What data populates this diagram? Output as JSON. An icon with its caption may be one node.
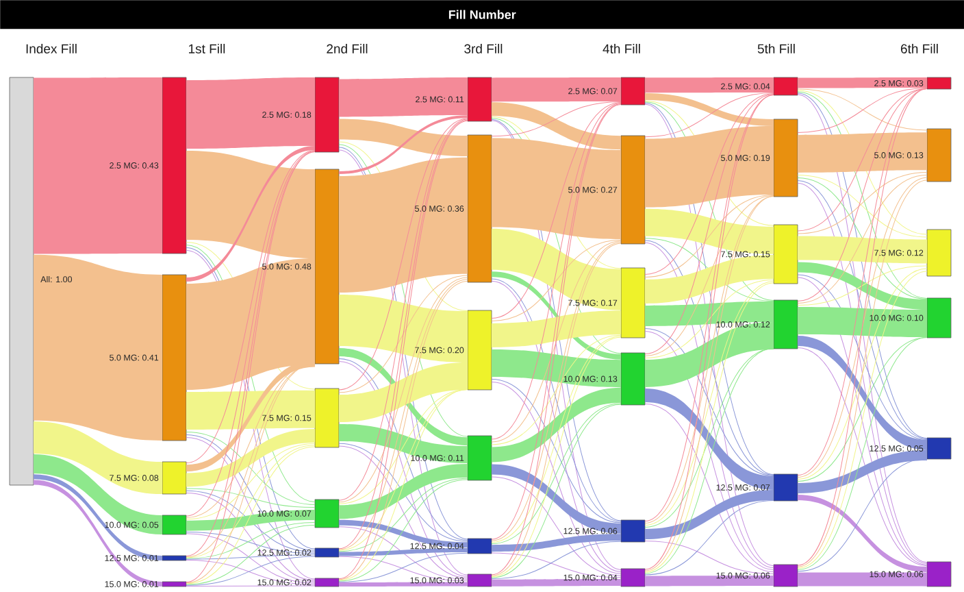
{
  "diagram": {
    "title": "Fill Number",
    "nodes": [
      {
        "text": [
          "All: 1.00"
        ]
      },
      {
        "text": [
          "2.5 MG: 0.43"
        ]
      },
      {
        "text": [
          "5.0 MG: 0.41"
        ]
      },
      {
        "text": [
          "7.5 MG: 0.08"
        ]
      },
      {
        "text": [
          "10.0 MG: 0.05"
        ]
      },
      {
        "text": [
          "12.5 MG: 0.01"
        ]
      },
      {
        "text": [
          "15.0 MG: 0.01"
        ]
      },
      {
        "text": [
          "2.5 MG: 0.18"
        ]
      },
      {
        "text": [
          "5.0 MG: 0.48"
        ]
      },
      {
        "text": [
          "7.5 MG: 0.15"
        ]
      },
      {
        "text": [
          "10.0 MG: 0.07"
        ]
      },
      {
        "text": [
          "12.5 MG: 0.02"
        ]
      },
      {
        "text": [
          "15.0 MG: 0.02"
        ]
      },
      {
        "text": [
          "2.5 MG: 0.11"
        ]
      },
      {
        "text": [
          "5.0 MG: 0.36"
        ]
      },
      {
        "text": [
          "7.5 MG: 0.20"
        ]
      },
      {
        "text": [
          "10.0 MG: 0.11"
        ]
      },
      {
        "text": [
          "12.5 MG: 0.04"
        ]
      },
      {
        "text": [
          "15.0 MG: 0.03"
        ]
      },
      {
        "text": [
          "2.5 MG: 0.07"
        ]
      },
      {
        "text": [
          "5.0 MG: 0.27"
        ]
      },
      {
        "text": [
          "7.5 MG: 0.17"
        ]
      },
      {
        "text": [
          "10.0 MG: 0.13"
        ]
      },
      {
        "text": [
          "12.5 MG: 0.06"
        ]
      },
      {
        "text": [
          "15.0 MG: 0.04"
        ]
      },
      {
        "text": [
          "2.5 MG: 0.04"
        ]
      },
      {
        "text": [
          "5.0 MG: 0.19"
        ]
      },
      {
        "text": [
          "7.5 MG: 0.15"
        ]
      },
      {
        "text": [
          "10.0 MG: 0.12"
        ]
      },
      {
        "text": [
          "12.5 MG: 0.07"
        ]
      },
      {
        "text": [
          "15.0 MG: 0.06"
        ]
      },
      {
        "text": [
          "2.5 MG: 0.03"
        ]
      },
      {
        "text": [
          "5.0 MG: 0.13"
        ]
      },
      {
        "text": [
          "7.5 MG: 0.12"
        ]
      },
      {
        "text": [
          "10.0 MG: 0.10"
        ]
      },
      {
        "text": [
          "12.5 MG: 0.05"
        ]
      },
      {
        "text": [
          "15.0 MG: 0.06"
        ]
      }
    ],
    "edges": [
      {
        "from": 0,
        "to": 1,
        "arrow": "none",
        "style": "thick",
        "color": "#f48a98"
      },
      {
        "from": 0,
        "to": 2,
        "arrow": "none",
        "style": "thick",
        "color": "#f3c08e"
      },
      {
        "from": 0,
        "to": 3,
        "arrow": "none",
        "style": "thick",
        "color": "#f1f58a"
      },
      {
        "from": 0,
        "to": 4,
        "arrow": "none",
        "style": "thick",
        "color": "#8ee88c"
      },
      {
        "from": 0,
        "to": 5,
        "arrow": "none",
        "style": "thick",
        "color": "#8a97d8"
      },
      {
        "from": 0,
        "to": 6,
        "arrow": "none",
        "style": "thick",
        "color": "#c691e0"
      },
      {
        "from": 1,
        "to": 7,
        "arrow": "none",
        "style": "thick",
        "color": "#f48a98"
      },
      {
        "from": 1,
        "to": 8,
        "arrow": "none",
        "style": "thick",
        "color": "#f3c08e"
      },
      {
        "from": 1,
        "to": 9,
        "arrow": "none",
        "color": "#f1f58a"
      },
      {
        "from": 1,
        "to": 10,
        "arrow": "none",
        "color": "#8ee88c"
      },
      {
        "from": 1,
        "to": 11,
        "arrow": "none",
        "color": "#8a97d8"
      },
      {
        "from": 1,
        "to": 12,
        "arrow": "none",
        "color": "#c691e0"
      },
      {
        "from": 2,
        "to": 7,
        "arrow": "none",
        "style": "thick",
        "color": "#f48a98"
      },
      {
        "from": 2,
        "to": 8,
        "arrow": "none",
        "style": "thick",
        "color": "#f3c08e"
      },
      {
        "from": 2,
        "to": 9,
        "arrow": "none",
        "style": "thick",
        "color": "#f1f58a"
      },
      {
        "from": 2,
        "to": 10,
        "arrow": "none",
        "color": "#8ee88c"
      },
      {
        "from": 2,
        "to": 11,
        "arrow": "none",
        "color": "#8a97d8"
      },
      {
        "from": 2,
        "to": 12,
        "arrow": "none",
        "color": "#c691e0"
      },
      {
        "from": 3,
        "to": 7,
        "arrow": "none",
        "color": "#f48a98"
      },
      {
        "from": 3,
        "to": 8,
        "arrow": "none",
        "style": "thick",
        "color": "#f3c08e"
      },
      {
        "from": 3,
        "to": 9,
        "arrow": "none",
        "style": "thick",
        "color": "#f1f58a"
      },
      {
        "from": 3,
        "to": 10,
        "arrow": "none",
        "color": "#8ee88c"
      },
      {
        "from": 3,
        "to": 11,
        "arrow": "none",
        "color": "#8a97d8"
      },
      {
        "from": 3,
        "to": 12,
        "arrow": "none",
        "color": "#c691e0"
      },
      {
        "from": 4,
        "to": 7,
        "arrow": "none",
        "color": "#f48a98"
      },
      {
        "from": 4,
        "to": 8,
        "arrow": "none",
        "color": "#f3c08e"
      },
      {
        "from": 4,
        "to": 9,
        "arrow": "none",
        "color": "#f1f58a"
      },
      {
        "from": 4,
        "to": 10,
        "arrow": "none",
        "style": "thick",
        "color": "#8ee88c"
      },
      {
        "from": 4,
        "to": 11,
        "arrow": "none",
        "color": "#8a97d8"
      },
      {
        "from": 4,
        "to": 12,
        "arrow": "none",
        "color": "#c691e0"
      },
      {
        "from": 5,
        "to": 7,
        "arrow": "none",
        "color": "#f48a98"
      },
      {
        "from": 5,
        "to": 8,
        "arrow": "none",
        "color": "#f3c08e"
      },
      {
        "from": 5,
        "to": 9,
        "arrow": "none",
        "color": "#f1f58a"
      },
      {
        "from": 5,
        "to": 10,
        "arrow": "none",
        "color": "#8ee88c"
      },
      {
        "from": 5,
        "to": 11,
        "arrow": "none",
        "color": "#8a97d8"
      },
      {
        "from": 5,
        "to": 12,
        "arrow": "none",
        "color": "#c691e0"
      },
      {
        "from": 6,
        "to": 7,
        "arrow": "none",
        "color": "#f48a98"
      },
      {
        "from": 6,
        "to": 8,
        "arrow": "none",
        "color": "#f3c08e"
      },
      {
        "from": 6,
        "to": 9,
        "arrow": "none",
        "color": "#f1f58a"
      },
      {
        "from": 6,
        "to": 10,
        "arrow": "none",
        "color": "#8ee88c"
      },
      {
        "from": 6,
        "to": 11,
        "arrow": "none",
        "color": "#8a97d8"
      },
      {
        "from": 6,
        "to": 12,
        "arrow": "none",
        "color": "#c691e0"
      },
      {
        "from": 7,
        "to": 13,
        "arrow": "none",
        "style": "thick",
        "color": "#f48a98"
      },
      {
        "from": 7,
        "to": 14,
        "arrow": "none",
        "style": "thick",
        "color": "#f3c08e"
      },
      {
        "from": 7,
        "to": 15,
        "arrow": "none",
        "color": "#f1f58a"
      },
      {
        "from": 7,
        "to": 16,
        "arrow": "none",
        "color": "#8ee88c"
      },
      {
        "from": 7,
        "to": 17,
        "arrow": "none",
        "color": "#8a97d8"
      },
      {
        "from": 7,
        "to": 18,
        "arrow": "none",
        "color": "#c691e0"
      },
      {
        "from": 8,
        "to": 13,
        "arrow": "none",
        "style": "thick",
        "color": "#f48a98"
      },
      {
        "from": 8,
        "to": 14,
        "arrow": "none",
        "style": "thick",
        "color": "#f3c08e"
      },
      {
        "from": 8,
        "to": 15,
        "arrow": "none",
        "style": "thick",
        "color": "#f1f58a"
      },
      {
        "from": 8,
        "to": 16,
        "arrow": "none",
        "style": "thick",
        "color": "#8ee88c"
      },
      {
        "from": 8,
        "to": 17,
        "arrow": "none",
        "color": "#8a97d8"
      },
      {
        "from": 8,
        "to": 18,
        "arrow": "none",
        "color": "#c691e0"
      },
      {
        "from": 9,
        "to": 13,
        "arrow": "none",
        "color": "#f48a98"
      },
      {
        "from": 9,
        "to": 14,
        "arrow": "none",
        "color": "#f3c08e"
      },
      {
        "from": 9,
        "to": 15,
        "arrow": "none",
        "style": "thick",
        "color": "#f1f58a"
      },
      {
        "from": 9,
        "to": 16,
        "arrow": "none",
        "style": "thick",
        "color": "#8ee88c"
      },
      {
        "from": 9,
        "to": 17,
        "arrow": "none",
        "color": "#8a97d8"
      },
      {
        "from": 9,
        "to": 18,
        "arrow": "none",
        "color": "#c691e0"
      },
      {
        "from": 10,
        "to": 13,
        "arrow": "none",
        "color": "#f48a98"
      },
      {
        "from": 10,
        "to": 14,
        "arrow": "none",
        "color": "#f3c08e"
      },
      {
        "from": 10,
        "to": 15,
        "arrow": "none",
        "color": "#f1f58a"
      },
      {
        "from": 10,
        "to": 16,
        "arrow": "none",
        "style": "thick",
        "color": "#8ee88c"
      },
      {
        "from": 10,
        "to": 17,
        "arrow": "none",
        "style": "thick",
        "color": "#8a97d8"
      },
      {
        "from": 10,
        "to": 18,
        "arrow": "none",
        "color": "#c691e0"
      },
      {
        "from": 11,
        "to": 13,
        "arrow": "none",
        "color": "#f48a98"
      },
      {
        "from": 11,
        "to": 14,
        "arrow": "none",
        "color": "#f3c08e"
      },
      {
        "from": 11,
        "to": 15,
        "arrow": "none",
        "color": "#f1f58a"
      },
      {
        "from": 11,
        "to": 16,
        "arrow": "none",
        "color": "#8ee88c"
      },
      {
        "from": 11,
        "to": 17,
        "arrow": "none",
        "style": "thick",
        "color": "#8a97d8"
      },
      {
        "from": 11,
        "to": 18,
        "arrow": "none",
        "color": "#c691e0"
      },
      {
        "from": 12,
        "to": 13,
        "arrow": "none",
        "color": "#f48a98"
      },
      {
        "from": 12,
        "to": 14,
        "arrow": "none",
        "color": "#f3c08e"
      },
      {
        "from": 12,
        "to": 15,
        "arrow": "none",
        "color": "#f1f58a"
      },
      {
        "from": 12,
        "to": 16,
        "arrow": "none",
        "color": "#8ee88c"
      },
      {
        "from": 12,
        "to": 17,
        "arrow": "none",
        "color": "#8a97d8"
      },
      {
        "from": 12,
        "to": 18,
        "arrow": "none",
        "style": "thick",
        "color": "#c691e0"
      },
      {
        "from": 13,
        "to": 19,
        "arrow": "none",
        "style": "thick",
        "color": "#f48a98"
      },
      {
        "from": 13,
        "to": 20,
        "arrow": "none",
        "style": "thick",
        "color": "#f3c08e"
      },
      {
        "from": 13,
        "to": 21,
        "arrow": "none",
        "color": "#f1f58a"
      },
      {
        "from": 13,
        "to": 22,
        "arrow": "none",
        "color": "#8ee88c"
      },
      {
        "from": 13,
        "to": 23,
        "arrow": "none",
        "color": "#8a97d8"
      },
      {
        "from": 13,
        "to": 24,
        "arrow": "none",
        "color": "#c691e0"
      },
      {
        "from": 14,
        "to": 19,
        "arrow": "none",
        "color": "#f48a98"
      },
      {
        "from": 14,
        "to": 20,
        "arrow": "none",
        "style": "thick",
        "color": "#f3c08e"
      },
      {
        "from": 14,
        "to": 21,
        "arrow": "none",
        "style": "thick",
        "color": "#f1f58a"
      },
      {
        "from": 14,
        "to": 22,
        "arrow": "none",
        "style": "thick",
        "color": "#8ee88c"
      },
      {
        "from": 14,
        "to": 23,
        "arrow": "none",
        "color": "#8a97d8"
      },
      {
        "from": 14,
        "to": 24,
        "arrow": "none",
        "color": "#c691e0"
      },
      {
        "from": 15,
        "to": 19,
        "arrow": "none",
        "color": "#f48a98"
      },
      {
        "from": 15,
        "to": 20,
        "arrow": "none",
        "color": "#f3c08e"
      },
      {
        "from": 15,
        "to": 21,
        "arrow": "none",
        "style": "thick",
        "color": "#f1f58a"
      },
      {
        "from": 15,
        "to": 22,
        "arrow": "none",
        "style": "thick",
        "color": "#8ee88c"
      },
      {
        "from": 15,
        "to": 23,
        "arrow": "none",
        "color": "#8a97d8"
      },
      {
        "from": 15,
        "to": 24,
        "arrow": "none",
        "color": "#c691e0"
      },
      {
        "from": 16,
        "to": 19,
        "arrow": "none",
        "color": "#f48a98"
      },
      {
        "from": 16,
        "to": 20,
        "arrow": "none",
        "color": "#f3c08e"
      },
      {
        "from": 16,
        "to": 21,
        "arrow": "none",
        "color": "#f1f58a"
      },
      {
        "from": 16,
        "to": 22,
        "arrow": "none",
        "style": "thick",
        "color": "#8ee88c"
      },
      {
        "from": 16,
        "to": 23,
        "arrow": "none",
        "style": "thick",
        "color": "#8a97d8"
      },
      {
        "from": 16,
        "to": 24,
        "arrow": "none",
        "color": "#c691e0"
      },
      {
        "from": 17,
        "to": 19,
        "arrow": "none",
        "color": "#f48a98"
      },
      {
        "from": 17,
        "to": 20,
        "arrow": "none",
        "color": "#f3c08e"
      },
      {
        "from": 17,
        "to": 21,
        "arrow": "none",
        "color": "#f1f58a"
      },
      {
        "from": 17,
        "to": 22,
        "arrow": "none",
        "color": "#8ee88c"
      },
      {
        "from": 17,
        "to": 23,
        "arrow": "none",
        "style": "thick",
        "color": "#8a97d8"
      },
      {
        "from": 17,
        "to": 24,
        "arrow": "none",
        "color": "#c691e0"
      },
      {
        "from": 18,
        "to": 19,
        "arrow": "none",
        "color": "#f48a98"
      },
      {
        "from": 18,
        "to": 20,
        "arrow": "none",
        "color": "#f3c08e"
      },
      {
        "from": 18,
        "to": 21,
        "arrow": "none",
        "color": "#f1f58a"
      },
      {
        "from": 18,
        "to": 22,
        "arrow": "none",
        "color": "#8ee88c"
      },
      {
        "from": 18,
        "to": 23,
        "arrow": "none",
        "color": "#8a97d8"
      },
      {
        "from": 18,
        "to": 24,
        "arrow": "none",
        "style": "thick",
        "color": "#c691e0"
      },
      {
        "from": 19,
        "to": 25,
        "arrow": "none",
        "style": "thick",
        "color": "#f48a98"
      },
      {
        "from": 19,
        "to": 26,
        "arrow": "none",
        "style": "thick",
        "color": "#f3c08e"
      },
      {
        "from": 19,
        "to": 27,
        "arrow": "none",
        "color": "#f1f58a"
      },
      {
        "from": 19,
        "to": 28,
        "arrow": "none",
        "color": "#8ee88c"
      },
      {
        "from": 19,
        "to": 29,
        "arrow": "none",
        "color": "#8a97d8"
      },
      {
        "from": 19,
        "to": 30,
        "arrow": "none",
        "color": "#c691e0"
      },
      {
        "from": 20,
        "to": 25,
        "arrow": "none",
        "color": "#f48a98"
      },
      {
        "from": 20,
        "to": 26,
        "arrow": "none",
        "style": "thick",
        "color": "#f3c08e"
      },
      {
        "from": 20,
        "to": 27,
        "arrow": "none",
        "style": "thick",
        "color": "#f1f58a"
      },
      {
        "from": 20,
        "to": 28,
        "arrow": "none",
        "color": "#8ee88c"
      },
      {
        "from": 20,
        "to": 29,
        "arrow": "none",
        "color": "#8a97d8"
      },
      {
        "from": 20,
        "to": 30,
        "arrow": "none",
        "color": "#c691e0"
      },
      {
        "from": 21,
        "to": 25,
        "arrow": "none",
        "color": "#f48a98"
      },
      {
        "from": 21,
        "to": 26,
        "arrow": "none",
        "color": "#f3c08e"
      },
      {
        "from": 21,
        "to": 27,
        "arrow": "none",
        "style": "thick",
        "color": "#f1f58a"
      },
      {
        "from": 21,
        "to": 28,
        "arrow": "none",
        "style": "thick",
        "color": "#8ee88c"
      },
      {
        "from": 21,
        "to": 29,
        "arrow": "none",
        "color": "#8a97d8"
      },
      {
        "from": 21,
        "to": 30,
        "arrow": "none",
        "color": "#c691e0"
      },
      {
        "from": 22,
        "to": 25,
        "arrow": "none",
        "color": "#f48a98"
      },
      {
        "from": 22,
        "to": 26,
        "arrow": "none",
        "color": "#f3c08e"
      },
      {
        "from": 22,
        "to": 27,
        "arrow": "none",
        "color": "#f1f58a"
      },
      {
        "from": 22,
        "to": 28,
        "arrow": "none",
        "style": "thick",
        "color": "#8ee88c"
      },
      {
        "from": 22,
        "to": 29,
        "arrow": "none",
        "style": "thick",
        "color": "#8a97d8"
      },
      {
        "from": 22,
        "to": 30,
        "arrow": "none",
        "color": "#c691e0"
      },
      {
        "from": 23,
        "to": 25,
        "arrow": "none",
        "color": "#f48a98"
      },
      {
        "from": 23,
        "to": 26,
        "arrow": "none",
        "color": "#f3c08e"
      },
      {
        "from": 23,
        "to": 27,
        "arrow": "none",
        "color": "#f1f58a"
      },
      {
        "from": 23,
        "to": 28,
        "arrow": "none",
        "color": "#8ee88c"
      },
      {
        "from": 23,
        "to": 29,
        "arrow": "none",
        "style": "thick",
        "color": "#8a97d8"
      },
      {
        "from": 23,
        "to": 30,
        "arrow": "none",
        "color": "#c691e0"
      },
      {
        "from": 24,
        "to": 25,
        "arrow": "none",
        "color": "#f48a98"
      },
      {
        "from": 24,
        "to": 26,
        "arrow": "none",
        "color": "#f3c08e"
      },
      {
        "from": 24,
        "to": 27,
        "arrow": "none",
        "color": "#f1f58a"
      },
      {
        "from": 24,
        "to": 28,
        "arrow": "none",
        "color": "#8ee88c"
      },
      {
        "from": 24,
        "to": 29,
        "arrow": "none",
        "color": "#8a97d8"
      },
      {
        "from": 24,
        "to": 30,
        "arrow": "none",
        "style": "thick",
        "color": "#c691e0"
      },
      {
        "from": 25,
        "to": 31,
        "arrow": "none",
        "style": "thick",
        "color": "#f48a98"
      },
      {
        "from": 25,
        "to": 32,
        "arrow": "none",
        "color": "#f3c08e"
      },
      {
        "from": 25,
        "to": 33,
        "arrow": "none",
        "color": "#f1f58a"
      },
      {
        "from": 25,
        "to": 34,
        "arrow": "none",
        "color": "#8ee88c"
      },
      {
        "from": 25,
        "to": 35,
        "arrow": "none",
        "color": "#8a97d8"
      },
      {
        "from": 25,
        "to": 36,
        "arrow": "none",
        "color": "#c691e0"
      },
      {
        "from": 26,
        "to": 31,
        "arrow": "none",
        "color": "#f48a98"
      },
      {
        "from": 26,
        "to": 32,
        "arrow": "none",
        "style": "thick",
        "color": "#f3c08e"
      },
      {
        "from": 26,
        "to": 33,
        "arrow": "none",
        "color": "#f1f58a"
      },
      {
        "from": 26,
        "to": 34,
        "arrow": "none",
        "color": "#8ee88c"
      },
      {
        "from": 26,
        "to": 35,
        "arrow": "none",
        "color": "#8a97d8"
      },
      {
        "from": 26,
        "to": 36,
        "arrow": "none",
        "color": "#c691e0"
      },
      {
        "from": 27,
        "to": 31,
        "arrow": "none",
        "color": "#f48a98"
      },
      {
        "from": 27,
        "to": 32,
        "arrow": "none",
        "color": "#f3c08e"
      },
      {
        "from": 27,
        "to": 33,
        "arrow": "none",
        "style": "thick",
        "color": "#f1f58a"
      },
      {
        "from": 27,
        "to": 34,
        "arrow": "none",
        "style": "thick",
        "color": "#8ee88c"
      },
      {
        "from": 27,
        "to": 35,
        "arrow": "none",
        "color": "#8a97d8"
      },
      {
        "from": 27,
        "to": 36,
        "arrow": "none",
        "color": "#c691e0"
      },
      {
        "from": 28,
        "to": 31,
        "arrow": "none",
        "color": "#f48a98"
      },
      {
        "from": 28,
        "to": 32,
        "arrow": "none",
        "color": "#f3c08e"
      },
      {
        "from": 28,
        "to": 33,
        "arrow": "none",
        "color": "#f1f58a"
      },
      {
        "from": 28,
        "to": 34,
        "arrow": "none",
        "style": "thick",
        "color": "#8ee88c"
      },
      {
        "from": 28,
        "to": 35,
        "arrow": "none",
        "style": "thick",
        "color": "#8a97d8"
      },
      {
        "from": 28,
        "to": 36,
        "arrow": "none",
        "color": "#c691e0"
      },
      {
        "from": 29,
        "to": 31,
        "arrow": "none",
        "color": "#f48a98"
      },
      {
        "from": 29,
        "to": 32,
        "arrow": "none",
        "color": "#f3c08e"
      },
      {
        "from": 29,
        "to": 33,
        "arrow": "none",
        "color": "#f1f58a"
      },
      {
        "from": 29,
        "to": 34,
        "arrow": "none",
        "color": "#8ee88c"
      },
      {
        "from": 29,
        "to": 35,
        "arrow": "none",
        "style": "thick",
        "color": "#8a97d8"
      },
      {
        "from": 29,
        "to": 36,
        "arrow": "none",
        "style": "thick",
        "color": "#c691e0"
      },
      {
        "from": 30,
        "to": 31,
        "arrow": "none",
        "color": "#f48a98"
      },
      {
        "from": 30,
        "to": 32,
        "arrow": "none",
        "color": "#f3c08e"
      },
      {
        "from": 30,
        "to": 33,
        "arrow": "none",
        "color": "#f1f58a"
      },
      {
        "from": 30,
        "to": 34,
        "arrow": "none",
        "color": "#8ee88c"
      },
      {
        "from": 30,
        "to": 35,
        "arrow": "none",
        "color": "#8a97d8"
      },
      {
        "from": 30,
        "to": 36,
        "arrow": "none",
        "style": "thick",
        "color": "#c691e0"
      }
    ],
    "labels": [
      "Index Fill",
      "1st Fill",
      "2nd Fill",
      "3rd Fill",
      "4th Fill",
      "5th Fill",
      "6th Fill"
    ]
  }
}
